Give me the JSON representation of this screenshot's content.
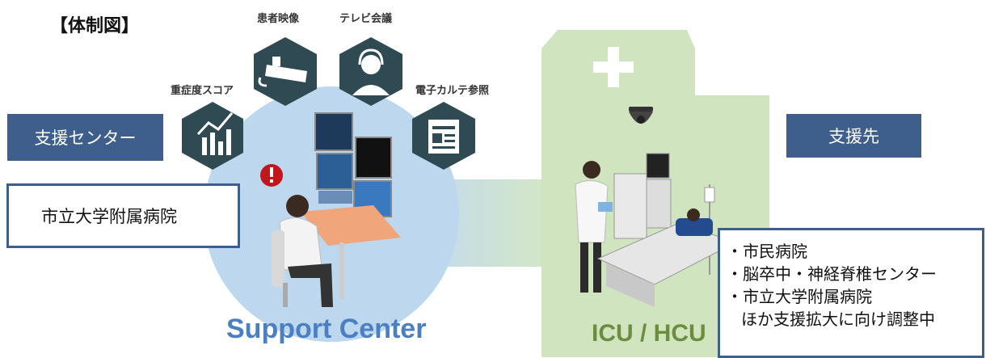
{
  "title": "【体制図】",
  "left_label": "支援センター",
  "right_label": "支援先",
  "left_org": "市立大学附属病院",
  "support_center_label": "Support Center",
  "icu_label": "ICU / HCU",
  "features": {
    "severity_score": {
      "label": "重症度スコア",
      "icon": "bar-chart-icon"
    },
    "patient_video": {
      "label": "患者映像",
      "icon": "camera-icon"
    },
    "tv_conference": {
      "label": "テレビ会議",
      "icon": "headset-operator-icon"
    },
    "ehr_reference": {
      "label": "電子カルテ参照",
      "icon": "document-icon"
    }
  },
  "destinations": {
    "line1": "・市民病院",
    "line2": "・脳卒中・神経脊椎センター",
    "line3": "・市立大学附属病院",
    "line4": "ほか支援拡大に向け調整中"
  },
  "colors": {
    "navy": "#3e5f8c",
    "hex_dark": "#2f4a52",
    "circle_blue": "#bcd7ee",
    "green": "#cfe4bf",
    "alert_red": "#c0161c",
    "support_text": "#4a7fc4",
    "icu_text": "#6b8e3d"
  }
}
